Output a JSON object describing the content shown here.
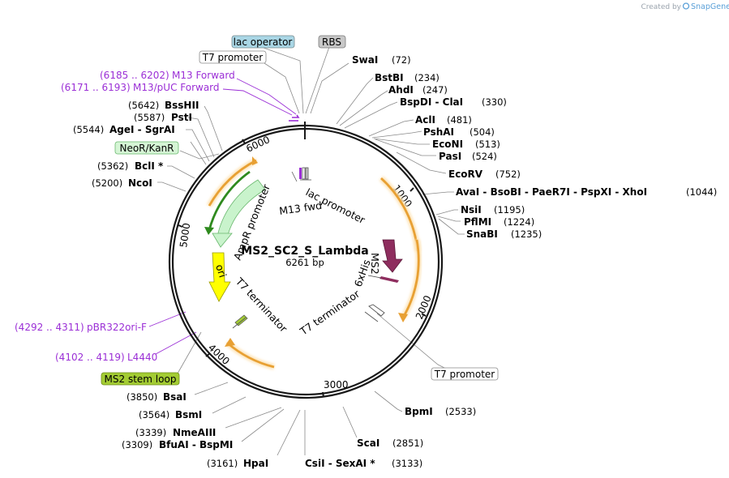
{
  "plasmid": {
    "name": "MS2_SC2_S_Lambda",
    "size_label": "6261 bp"
  },
  "credit": {
    "prefix": "Created by",
    "brand": "SnapGene"
  },
  "ticks": [
    "1000",
    "2000",
    "3000",
    "4000",
    "5000",
    "6000"
  ],
  "sites": [
    {
      "name": "SwaI",
      "pos": "(72)"
    },
    {
      "name": "BstBI",
      "pos": "(234)"
    },
    {
      "name": "AhdI",
      "pos": "(247)"
    },
    {
      "name": "BspDI - ClaI",
      "pos": "(330)"
    },
    {
      "name": "AclI",
      "pos": "(481)"
    },
    {
      "name": "PshAI",
      "pos": "(504)"
    },
    {
      "name": "EcoNI",
      "pos": "(513)"
    },
    {
      "name": "PasI",
      "pos": "(524)"
    },
    {
      "name": "EcoRV",
      "pos": "(752)"
    },
    {
      "name": "AvaI - BsoBI - PaeR7I - PspXI - XhoI",
      "pos": "(1044)"
    },
    {
      "name": "NsiI",
      "pos": "(1195)"
    },
    {
      "name": "PflMI",
      "pos": "(1224)"
    },
    {
      "name": "SnaBI",
      "pos": "(1235)"
    },
    {
      "name": "BpmI",
      "pos": "(2533)"
    },
    {
      "name": "ScaI",
      "pos": "(2851)"
    },
    {
      "name": "CsiI - SexAI *",
      "pos": "(3133)"
    },
    {
      "name": "HpaI",
      "pos": "(3161)"
    },
    {
      "name": "BfuAI - BspMI",
      "pos": "(3309)"
    },
    {
      "name": "NmeAIII",
      "pos": "(3339)"
    },
    {
      "name": "BsmI",
      "pos": "(3564)"
    },
    {
      "name": "BsaI",
      "pos": "(3850)"
    },
    {
      "name": "NcoI",
      "pos": "(5200)"
    },
    {
      "name": "BclI *",
      "pos": "(5362)"
    },
    {
      "name": "AgeI - SgrAI",
      "pos": "(5544)"
    },
    {
      "name": "PstI",
      "pos": "(5587)"
    },
    {
      "name": "BssHII",
      "pos": "(5642)"
    }
  ],
  "primers": [
    {
      "range": "(6185 .. 6202)",
      "name": "M13 Forward"
    },
    {
      "range": "(6171 .. 6193)",
      "name": "M13/pUC Forward"
    },
    {
      "range": "(4292 .. 4311)",
      "name": "pBR322ori-F"
    },
    {
      "range": "(4102 .. 4119)",
      "name": "L4440"
    }
  ],
  "callouts": [
    {
      "label": "lac operator",
      "fill": "#a9d6e5"
    },
    {
      "label": "RBS",
      "fill": "#c8c8c8"
    },
    {
      "label": "T7 promoter",
      "fill": "#ffffff"
    },
    {
      "label": "NeoR/KanR",
      "fill": "#d5f5d5"
    },
    {
      "label": "T7 promoter",
      "fill": "#ffffff"
    },
    {
      "label": "MS2 stem loop",
      "fill": "#a3cc33"
    }
  ],
  "inner_features": [
    "lac promoter",
    "M13 fwd",
    "AmpR promoter",
    "ori",
    "T7 terminator",
    "T7 terminator",
    "MS2",
    "6xHis"
  ],
  "colors": {
    "backbone": "#1a1a1a",
    "orange_arrow": "#e8a033",
    "orange_glow": "#fde4b8",
    "kanr_arrow": "#2f8a1e",
    "ampr_promoter": "#c9f3cc",
    "ori": "#ffff00",
    "ms2": "#8e2d5e",
    "primer": "#9b2fd6"
  }
}
